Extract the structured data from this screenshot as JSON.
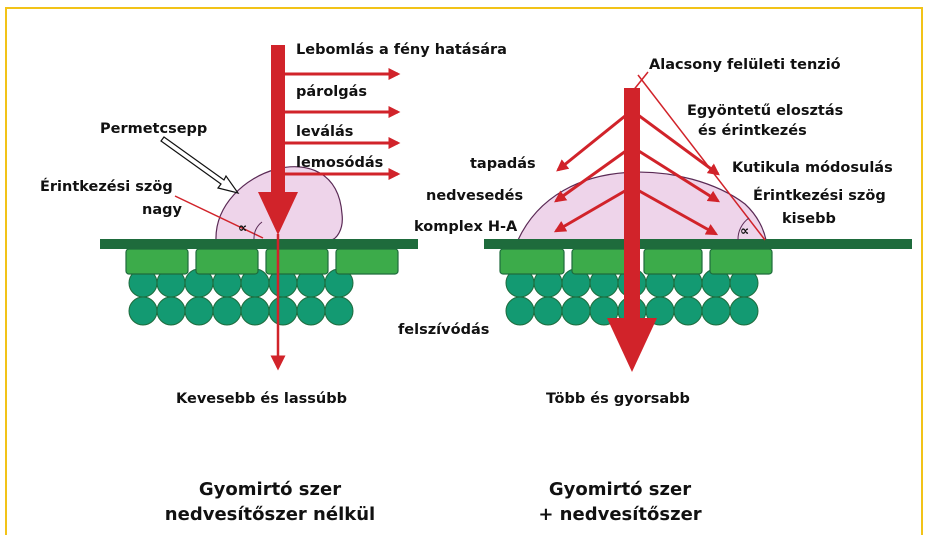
{
  "colors": {
    "frame": "#f2c318",
    "arrow": "#d1232a",
    "cuticle_layer": "#1e6b3c",
    "epidermis_cells": "#3cab4a",
    "inner_cells": "#139a72",
    "droplet_fill": "#eed4ea",
    "droplet_outline": "#5a2a55"
  },
  "left_panel": {
    "process_labels": [
      "Lebomlás a fény hatására",
      "párolgás",
      "leválás",
      "lemosódás"
    ],
    "droplet_label": "Permetcsepp",
    "contact_angle_label_line1": "Érintkezési szög",
    "contact_angle_label_line2": "nagy",
    "angle_symbol": "∝",
    "uptake_label": "felszívódás",
    "result_label": "Kevesebb és lassúbb",
    "caption_line1": "Gyomirtó szer",
    "caption_line2": "nedvesítőszer nélkül"
  },
  "right_panel": {
    "surface_tension_label": "Alacsony felületi tenzió",
    "distribution_label_line1": "Egyöntetű elosztás",
    "distribution_label_line2": "és érintkezés",
    "left_labels": [
      "tapadás",
      "nedvesedés",
      "komplex H-A"
    ],
    "cuticle_label": "Kutikula módosulás",
    "contact_angle_label_line1": "Érintkezési szög",
    "contact_angle_label_line2": "kisebb",
    "angle_symbol": "∝",
    "result_label": "Több és gyorsabb",
    "caption_line1": "Gyomirtó szer",
    "caption_line2": "+ nedvesítőszer"
  }
}
